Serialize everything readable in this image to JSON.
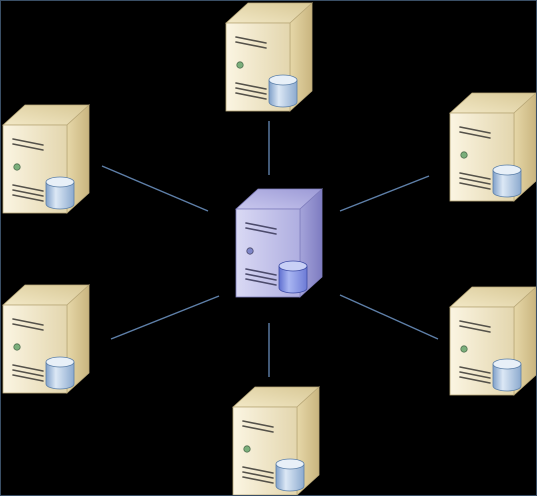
{
  "diagram": {
    "type": "star-topology",
    "hub": {
      "icon": "database-server-icon",
      "color": "#A9A8DC"
    },
    "nodes": [
      {
        "id": "top",
        "icon": "database-server-icon",
        "color": "#EEE3C2"
      },
      {
        "id": "upper-left",
        "icon": "database-server-icon",
        "color": "#EEE3C2"
      },
      {
        "id": "upper-right",
        "icon": "database-server-icon",
        "color": "#EEE3C2"
      },
      {
        "id": "lower-left",
        "icon": "database-server-icon",
        "color": "#EEE3C2"
      },
      {
        "id": "lower-right",
        "icon": "database-server-icon",
        "color": "#EEE3C2"
      },
      {
        "id": "bottom",
        "icon": "database-server-icon",
        "color": "#EEE3C2"
      }
    ],
    "edges": [
      {
        "from": "hub",
        "to": "top"
      },
      {
        "from": "hub",
        "to": "upper-left"
      },
      {
        "from": "hub",
        "to": "upper-right"
      },
      {
        "from": "hub",
        "to": "lower-left"
      },
      {
        "from": "hub",
        "to": "lower-right"
      },
      {
        "from": "hub",
        "to": "bottom"
      }
    ],
    "colors": {
      "background": "#000000",
      "connector": "#5E7FA8",
      "frame": "#3A4F66",
      "disk_blue": "#8FAED0"
    }
  }
}
